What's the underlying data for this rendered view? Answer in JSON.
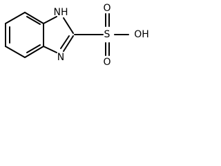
{
  "molecule": {
    "labels": {
      "nh": "NH",
      "n": "N",
      "s": "S",
      "o_top": "O",
      "o_bottom": "O",
      "oh": "OH"
    }
  }
}
